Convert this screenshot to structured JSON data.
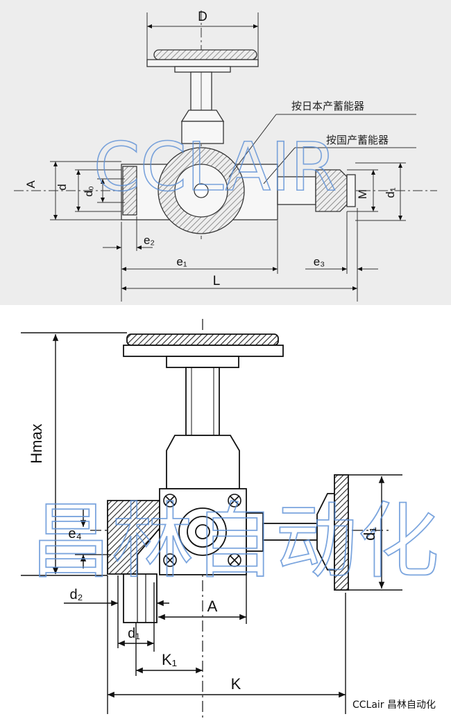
{
  "top": {
    "labels": {
      "D": "D",
      "A": "A",
      "d": "d",
      "d0": "d₀",
      "M": "M",
      "d1": "d₁",
      "e2": "e₂",
      "e1": "e₁",
      "e3": "e₃",
      "L": "L"
    },
    "notes": {
      "japan": "按日本产蓄能器",
      "china": "按国产蓄能器"
    },
    "watermark": "CCLAIR"
  },
  "bottom": {
    "labels": {
      "Hmax": "Hmax",
      "e4": "e₄",
      "d2": "d₂",
      "d1_small": "d₁",
      "A": "A",
      "K1": "K₁",
      "K": "K",
      "d1_right": "d₁"
    },
    "watermark": "昌林自动化"
  },
  "credit": "CCLair 昌林自动化"
}
